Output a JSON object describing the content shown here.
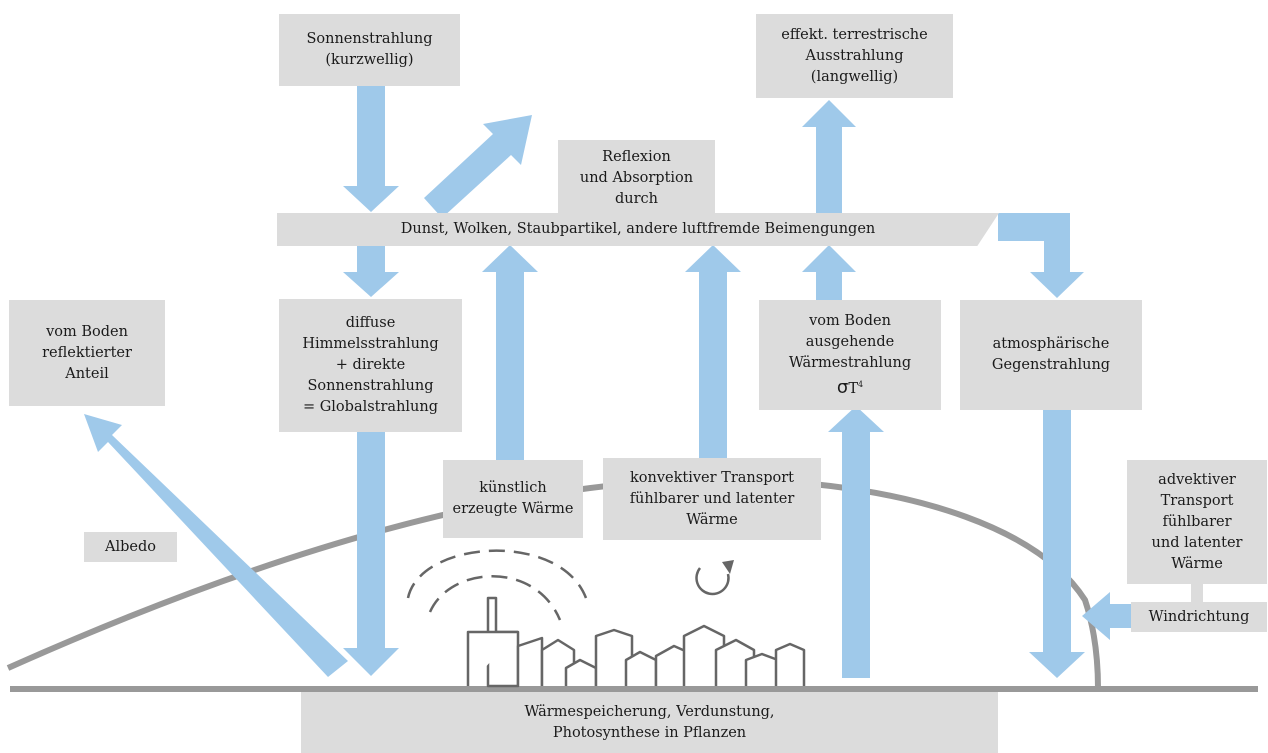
{
  "colors": {
    "arrow": "#9fc9ea",
    "box": "#dcdcdc",
    "line": "#999999",
    "outline": "#666666"
  },
  "boxes": {
    "solar": "Sonnenstrahlung\n(kurzwellig)",
    "terrestrial": "effekt. terrestrische\nAusstrahlung\n(langwellig)",
    "reflection": "Reflexion\nund Absorption\ndurch",
    "haze": "Dunst, Wolken, Staubpartikel, andere luftfremde Beimengungen",
    "ground_reflected": "vom Boden\nreflektierter\nAnteil",
    "global": "diffuse\nHimmelsstrahlung\n+ direkte\nSonnenstrahlung\n= Globalstrahlung",
    "ground_emitted": "vom Boden\nausgehende\nWärmestrahlung",
    "sigma_symbol": "σ",
    "sigma_T": "T",
    "sigma_exp": "4",
    "counter": "atmosphärische\nGegenstrahlung",
    "artificial": "künstlich\nerzeugte Wärme",
    "convective": "konvektiver Transport\nfühlbarer und latenter\nWärme",
    "advective": "advektiver\nTransport\nfühlbarer\nund latenter\nWärme",
    "wind": "Windrichtung",
    "albedo": "Albedo",
    "storage": "Wärmespeicherung, Verdunstung,\nPhotosynthese in Pflanzen"
  }
}
